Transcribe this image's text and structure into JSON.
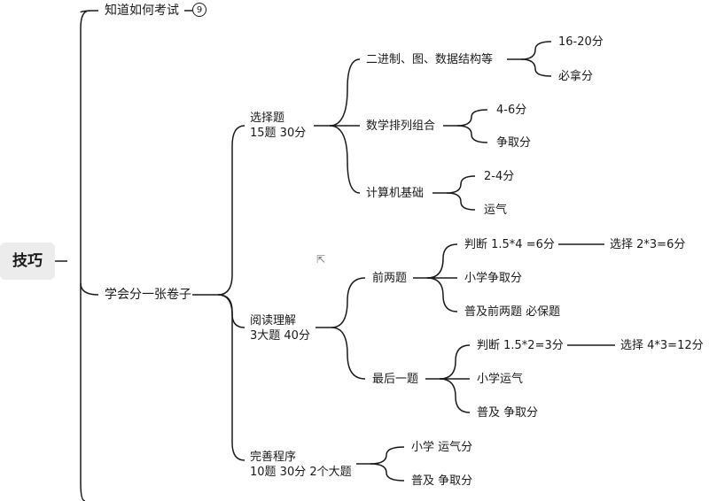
{
  "root": "技巧",
  "badge": "9",
  "nodes": {
    "know_exam": "知道如何考试",
    "learn_split": "学会分一张卷子",
    "choice": [
      "选择题",
      "15题   30分"
    ],
    "binary": "二进制、图、数据结构等",
    "s1620": "16-20分",
    "must": "必拿分",
    "math": "数学排列组合",
    "s46": "4-6分",
    "fight1": "争取分",
    "comp": "计算机基础",
    "s24": "2-4分",
    "luck1": "运气",
    "reading": [
      "阅读理解",
      "3大题  40分"
    ],
    "first_two": "前两题",
    "judge1": "判断 1.5*4 =6分",
    "choose1": "选择  2*3=6分",
    "primary_fight": "小学争取分",
    "popular_must": "普及前两题 必保题",
    "last_one": "最后一题",
    "judge2": "判断 1.5*2=3分",
    "choose2": "选择  4*3=12分",
    "primary_luck": "小学运气",
    "popular_fight1": "普及  争取分",
    "complete": [
      "完善程序",
      "10题  30分  2个大题"
    ],
    "primary_luck2": "小学  运气分",
    "popular_fight2": "普及  争取分"
  }
}
